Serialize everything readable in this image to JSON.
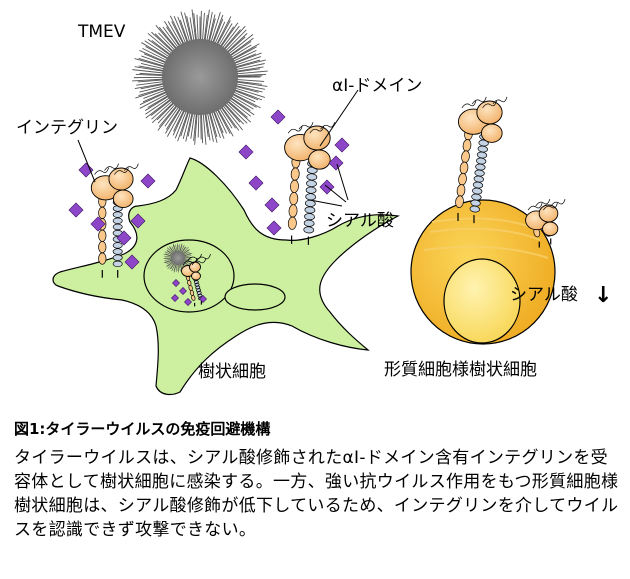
{
  "labels": {
    "virus": "TMEV",
    "integrin": "インテグリン",
    "domain": "αI-ドメイン",
    "sialic_left": "シアル酸",
    "sialic_right": "シアル酸",
    "arrow_down": "↓",
    "dendritic": "樹状細胞",
    "plasmacytoid": "形質細胞様樹状細胞"
  },
  "caption": {
    "title": "図1:タイラーウイルスの免疫回避機構",
    "body": "タイラーウイルスは、シアル酸修飾されたαI-ドメイン含有インテグリンを受容体として樹状細胞に感染する。一方、強い抗ウイルス作用をもつ形質細胞様樹状細胞は、シアル酸修飾が低下しているため、インテグリンを介してウイルスを認識できず攻撃できない。"
  },
  "colors": {
    "dendritic_cell": "#cdf0a0",
    "plasmacytoid_cell": "#f5bd33",
    "nucleus": "#fde98a",
    "integrin_head": "#f9c88a",
    "integrin_stalk": "#c3d3e4",
    "sialic_acid": "#8e46c8",
    "virus": "#8a8a8a"
  }
}
